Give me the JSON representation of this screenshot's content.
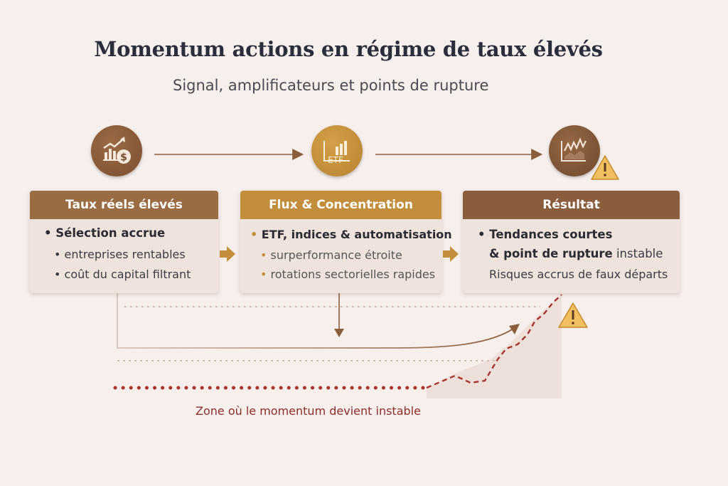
{
  "title": "Momentum actions en régime de taux élevés",
  "subtitle": "Signal, amplificateurs et points de rupture",
  "icons": {
    "step1": "chart-dollar-icon",
    "step2": "etf-icon",
    "step3": "volatile-chart-warning-icon",
    "etf_label": "ETF"
  },
  "cards": {
    "card1": {
      "header": "Taux réels élevés",
      "bullet": "• Sélection accrue",
      "sub1": "• entreprises rentables",
      "sub2": "• coût du capital filtrant"
    },
    "card2": {
      "header": "Flux & Concentration",
      "bullet": "ETF, indices & automatisation",
      "sub1": "surperformance étroite",
      "sub2": "rotations sectorielles rapides"
    },
    "card3": {
      "header": "Résultat",
      "bullet": "• Tendances courtes",
      "line2_bold": "& point de rupture",
      "line2_rest": "instable",
      "line3": "Risques accrus de faux départs"
    }
  },
  "zone_label": "Zone où le momentum devient instable",
  "colors": {
    "background": "#f7efec",
    "brown": "#9a6c43",
    "gold": "#c28e3c",
    "dark_brown": "#8a5d3c",
    "red_dashed": "#a8342e",
    "warning": "#f0c060"
  }
}
